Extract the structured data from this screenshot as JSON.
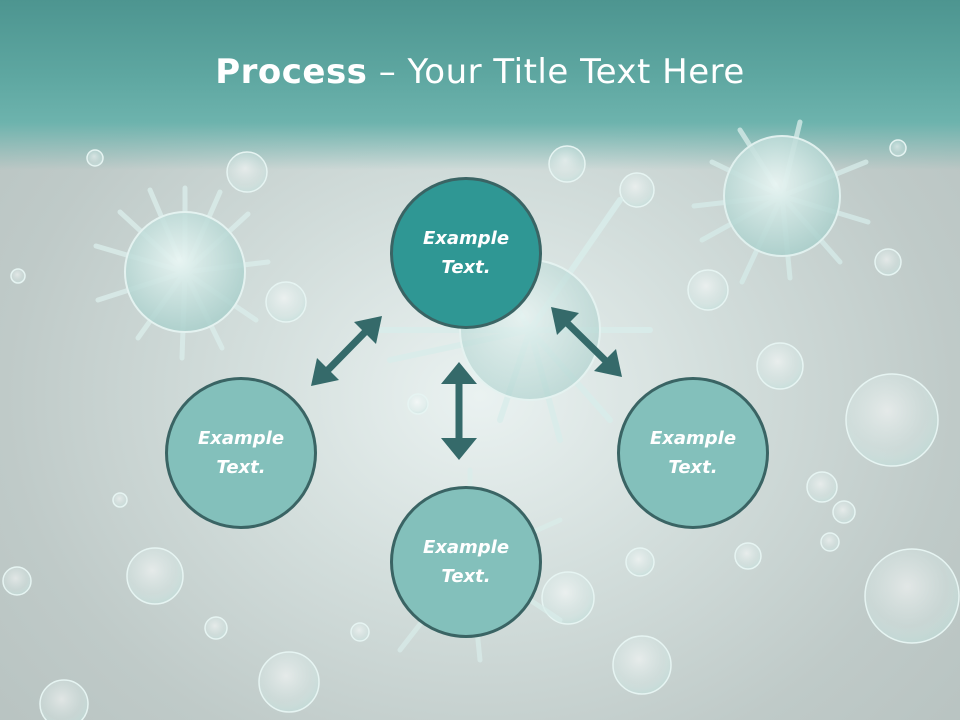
{
  "slide": {
    "title_bold": "Process",
    "title_rest": " – Your Title Text Here"
  },
  "nodes": {
    "top": {
      "line1": "Example",
      "line2": "Text."
    },
    "left": {
      "line1": "Example",
      "line2": "Text."
    },
    "bottom": {
      "line1": "Example",
      "line2": "Text."
    },
    "right": {
      "line1": "Example",
      "line2": "Text."
    }
  },
  "colors": {
    "center_fill": "#2f9794",
    "outer_fill": "#83c0bb",
    "node_border": "#3a6464",
    "arrow": "#356a6a",
    "title_band": "#5ea7a1"
  },
  "icons": [
    "virus-illustration",
    "cell-bubble"
  ]
}
